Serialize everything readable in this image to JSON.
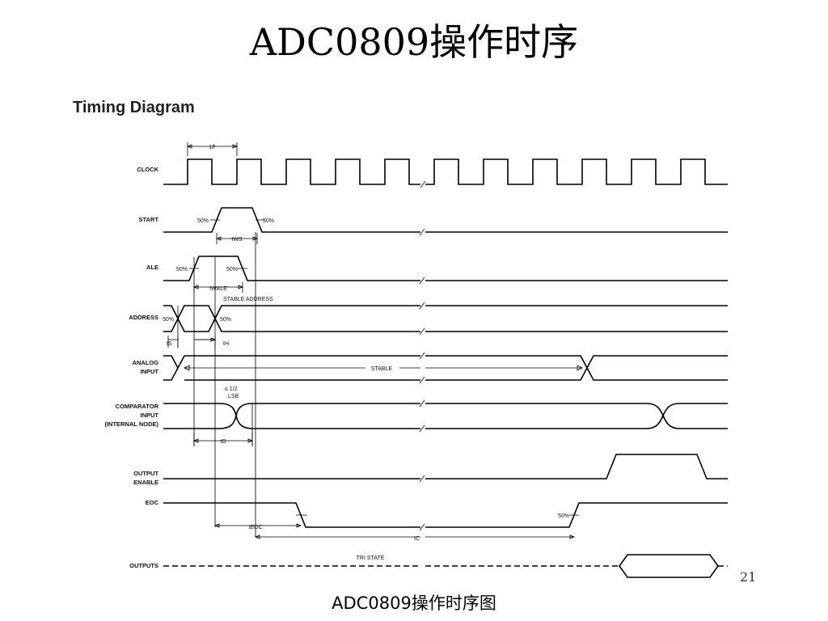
{
  "slide": {
    "title": "ADC0809操作时序",
    "caption": "ADC0809操作时序图",
    "page_number": "21"
  },
  "diagram": {
    "heading": "Timing Diagram",
    "signals": {
      "clock": "CLOCK",
      "start": "START",
      "ale": "ALE",
      "address": "ADDRESS",
      "analog_input_1": "ANALOG",
      "analog_input_2": "INPUT",
      "comparator_1": "COMPARATOR",
      "comparator_2": "INPUT",
      "comparator_3": "(INTERNAL NODE)",
      "output_enable_1": "OUTPUT",
      "output_enable_2": "ENABLE",
      "eoc": "EOC",
      "outputs": "OUTPUTS"
    },
    "annotations": {
      "clock_period": "1/f",
      "start_50_left": "50%",
      "start_50_right": "50%",
      "t_ws": "tWS",
      "ale_50_left": "50%",
      "ale_50_right": "50%",
      "t_wale": "tWALE",
      "stable_address": "STABLE ADDRESS",
      "addr_50_left": "50%",
      "addr_50_right": "50%",
      "t_s": "tS",
      "t_h": "tH",
      "stable": "STABLE",
      "half_lsb_1": "≤ 1/2",
      "half_lsb_2": "LSB",
      "t_d": "tD",
      "t_eoc": "tEOC",
      "eoc_50": "50%",
      "t_c": "tC",
      "tri_state": "TRI STATE"
    }
  }
}
